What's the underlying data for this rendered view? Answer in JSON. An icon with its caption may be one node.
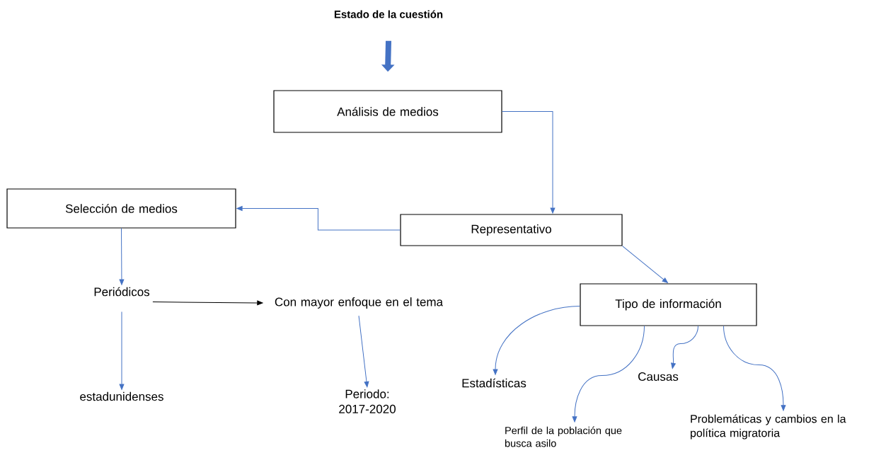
{
  "diagram": {
    "nodes": [
      {
        "text": [
          "Estado de la  cuestión"
        ]
      },
      {
        "text": [
          "Análisis de medios"
        ]
      },
      {
        "text": [
          "Selección de medios"
        ]
      },
      {
        "text": [
          "Representativo"
        ]
      },
      {
        "text": [
          "Periódicos"
        ]
      },
      {
        "text": [
          "Con mayor enfoque en el tema"
        ]
      },
      {
        "text": [
          "Tipo de información"
        ]
      },
      {
        "text": [
          "estadunidenses"
        ]
      },
      {
        "text": [
          "Periodo: 2017-2020"
        ]
      },
      {
        "text": [
          "Estadísticas"
        ]
      },
      {
        "text": [
          "Perfil de la población que busca asilo"
        ]
      },
      {
        "text": [
          "Causas"
        ]
      },
      {
        "text": [
          "Problemáticas y cambios en la política migratoria"
        ]
      }
    ],
    "edges": [
      {
        "from": 0,
        "to": 1,
        "arrow": "to",
        "style": "thick"
      },
      {
        "from": 1,
        "to": 3,
        "arrow": "to"
      },
      {
        "from": 3,
        "to": 2,
        "arrow": "to"
      },
      {
        "from": 3,
        "to": 6,
        "arrow": "to"
      },
      {
        "from": 2,
        "to": 4,
        "arrow": "to"
      },
      {
        "from": 4,
        "to": 5,
        "arrow": "to",
        "color": "#000000"
      },
      {
        "from": 4,
        "to": 7,
        "arrow": "to"
      },
      {
        "from": 5,
        "to": 8,
        "arrow": "to"
      },
      {
        "from": 6,
        "to": 9,
        "arrow": "to"
      },
      {
        "from": 6,
        "to": 10,
        "arrow": "to"
      },
      {
        "from": 6,
        "to": 11,
        "arrow": "to"
      },
      {
        "from": 6,
        "to": 12,
        "arrow": "to"
      }
    ]
  }
}
